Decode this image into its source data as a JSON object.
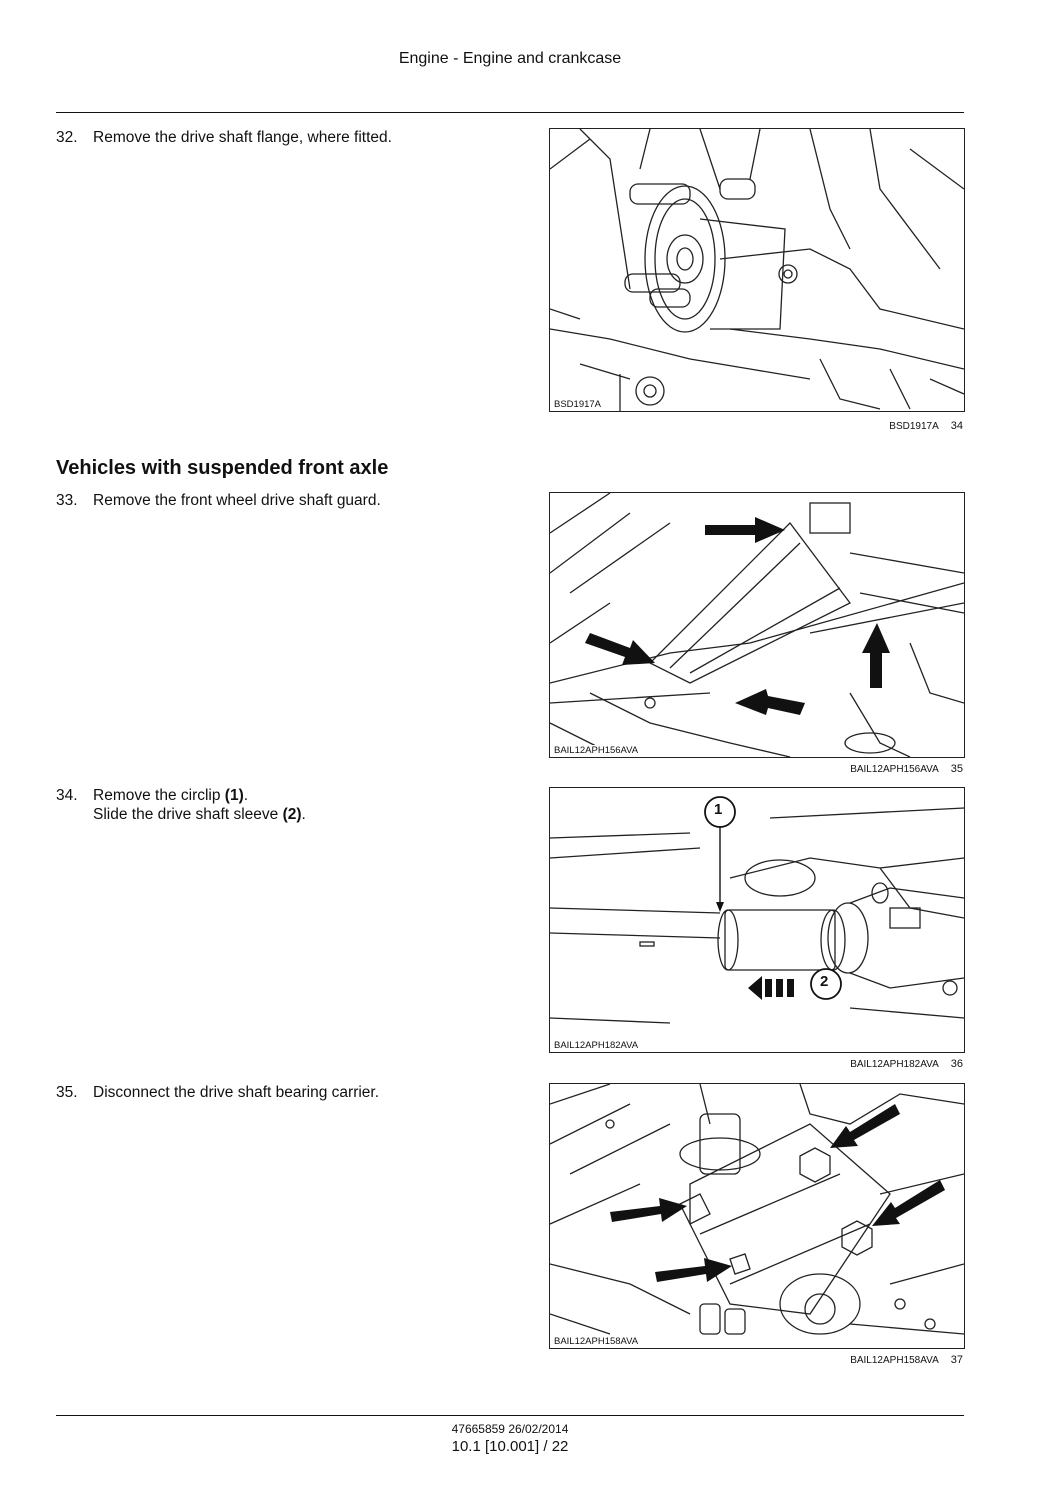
{
  "header": {
    "title": "Engine - Engine and crankcase"
  },
  "section_heading": "Vehicles with suspended front axle",
  "steps": [
    {
      "number": "32.",
      "text": "Remove the drive shaft flange, where fitted."
    },
    {
      "number": "33.",
      "text": "Remove the front wheel drive shaft guard."
    },
    {
      "number": "34.",
      "line1_pre": "Remove the circlip ",
      "line1_ref": "(1)",
      "line1_post": ".",
      "line2_pre": "Slide the drive shaft sleeve ",
      "line2_ref": "(2)",
      "line2_post": "."
    },
    {
      "number": "35.",
      "text": "Disconnect the drive shaft bearing carrier."
    }
  ],
  "figures": [
    {
      "code": "BSD1917A",
      "caption_code": "BSD1917A",
      "number": "34"
    },
    {
      "code": "BAIL12APH156AVA",
      "caption_code": "BAIL12APH156AVA",
      "number": "35"
    },
    {
      "code": "BAIL12APH182AVA",
      "caption_code": "BAIL12APH182AVA",
      "number": "36",
      "callouts": [
        "1",
        "2"
      ]
    },
    {
      "code": "BAIL12APH158AVA",
      "caption_code": "BAIL12APH158AVA",
      "number": "37"
    }
  ],
  "footer": {
    "doc_ref": "47665859 26/02/2014",
    "page": "10.1 [10.001] / 22"
  }
}
